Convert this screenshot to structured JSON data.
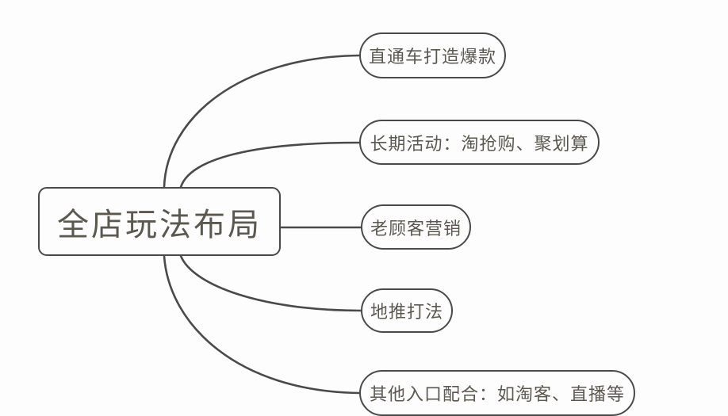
{
  "diagram": {
    "type": "mind-map",
    "title": "全店玩法布局",
    "stroke_color": "#4a4a4c",
    "text_color": "#5b584f",
    "background_color": "#fdfdfd",
    "root": {
      "label": "全店玩法布局"
    },
    "branches": [
      {
        "label": "直通车打造爆款",
        "connector": "curve"
      },
      {
        "label": "长期活动：淘抢购、聚划算",
        "connector": "curve"
      },
      {
        "label": "老顾客营销",
        "connector": "straight"
      },
      {
        "label": "地推打法",
        "connector": "curve"
      },
      {
        "label": "其他入口配合：如淘客、直播等",
        "connector": "curve"
      }
    ]
  }
}
